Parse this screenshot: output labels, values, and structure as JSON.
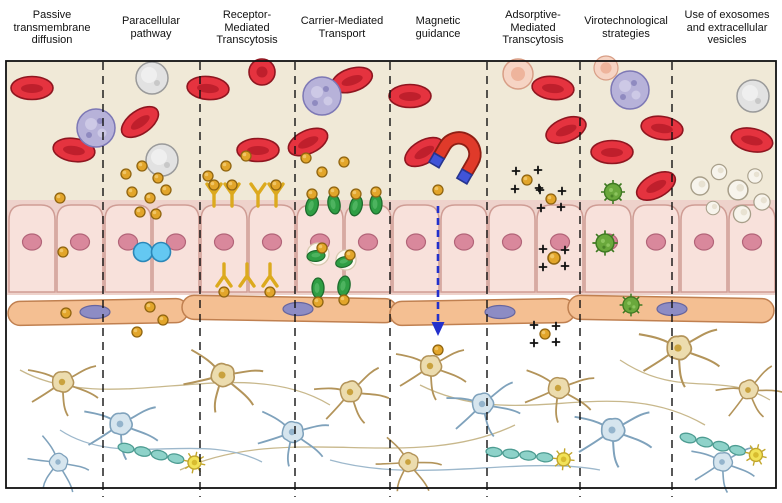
{
  "figure": {
    "columns": [
      {
        "label": "Passive transmembrane diffusion"
      },
      {
        "label": "Paracellular pathway"
      },
      {
        "label": "Receptor-Mediated Transcytosis"
      },
      {
        "label": "Carrier-Mediated Transport"
      },
      {
        "label": "Magnetic guidance"
      },
      {
        "label": "Adsorptive-Mediated Transcytosis"
      },
      {
        "label": "Virotechnological strategies"
      },
      {
        "label": "Use of exosomes and extracellular vesicles"
      }
    ],
    "colors": {
      "lumen_background": "#f0e9d7",
      "red_blood_cell": "#e5333f",
      "white_blood_cell": "#b7b2d9",
      "endothelial_cell": "#f8e1db",
      "endothelial_nucleus": "#d9889c",
      "pericyte_band": "#f4bf92",
      "pericyte_nucleus": "#8d8cc4",
      "gold_nanoparticle": "#e2a52a",
      "antibody_yellow": "#dcaa1e",
      "transporter_green": "#2f9e44",
      "virus_green": "#6aa83c",
      "tight_junction_blue": "#64c8f2",
      "magnet_red": "#e03a2a",
      "magnet_tip_blue": "#4054d8",
      "guidance_arrow_blue": "#2330cc",
      "neuron_tan": "#ecdcae",
      "astrocyte_blue": "#d6e5ee"
    }
  }
}
